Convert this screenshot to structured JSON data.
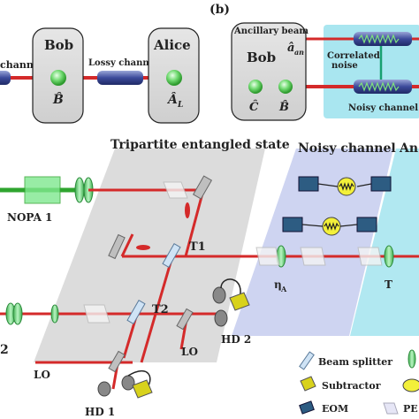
{
  "top_left": {
    "channel_label": "channel",
    "bob_title": "Bob",
    "bob_mode": "B̂",
    "lossy_label": "Lossy channel",
    "alice_title": "Alice",
    "alice_mode": "Â",
    "alice_mode_sub": "L"
  },
  "top_right": {
    "panel_tag": "(b)",
    "ancillary_label": "Ancillary beam",
    "ancillary_mode": "â",
    "ancillary_mode_sub": "an",
    "bob_title": "Bob",
    "mode_c": "Ĉ",
    "mode_b": "B̂",
    "correlated_line1": "Correlated",
    "correlated_line2": "noise",
    "noisy_channel_label": "Noisy channel"
  },
  "setup": {
    "tripartite_label": "Tripartite entangled state",
    "noisy_channel_label": "Noisy channel",
    "right_cut_label": "An",
    "nopa_label": "NOPA 1",
    "t1_label": "T1",
    "t2_label": "T2",
    "eta_label": "η",
    "eta_sub": "A",
    "t_label": "T",
    "lo_label_1": "LO",
    "lo_label_2": "LO",
    "hd1_label": "HD 1",
    "hd2_label": "HD 2",
    "left_cut_label": "2"
  },
  "legend": {
    "beam_splitter": "Beam splitter",
    "subtractor": "Subtractor",
    "eom": "EOM",
    "pe_cut": "PE"
  },
  "colors": {
    "beam_red": "#d42a2a",
    "green_beam": "#2fa52f",
    "box_gray": "#d6d6d6",
    "noisy_box": "#c9cff0",
    "ancilla_box": "#a9e6f0",
    "subtractor_yellow": "#d8d21c"
  }
}
